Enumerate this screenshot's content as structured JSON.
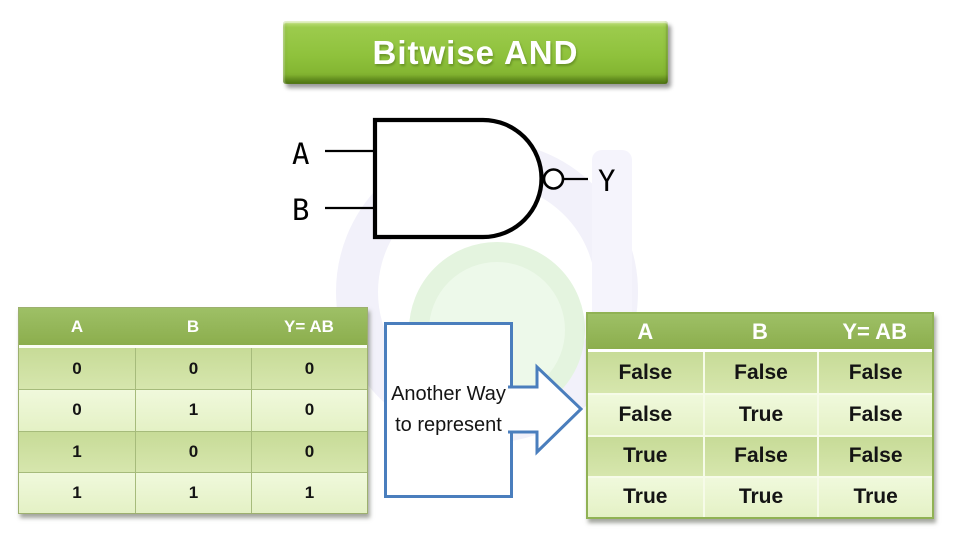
{
  "title": "Bitwise AND",
  "gate": {
    "inputs": [
      "A",
      "B"
    ],
    "output": "Y"
  },
  "callout": {
    "text": "Another Way to represent"
  },
  "binary_table": {
    "headers": [
      "A",
      "B",
      "Y= AB"
    ],
    "rows": [
      [
        "0",
        "0",
        "0"
      ],
      [
        "0",
        "1",
        "0"
      ],
      [
        "1",
        "0",
        "0"
      ],
      [
        "1",
        "1",
        "1"
      ]
    ]
  },
  "boolean_table": {
    "headers": [
      "A",
      "B",
      "Y= AB"
    ],
    "rows": [
      [
        "False",
        "False",
        "False"
      ],
      [
        "False",
        "True",
        "False"
      ],
      [
        "True",
        "False",
        "False"
      ],
      [
        "True",
        "True",
        "True"
      ]
    ]
  },
  "colors": {
    "banner_green": "#8fc23c",
    "table_header_green": "#93b557",
    "row_green_dark": "#cdde9f",
    "row_green_light": "#eaf5d2",
    "callout_blue": "#4a7ebd",
    "gate_ink": "#000000"
  }
}
